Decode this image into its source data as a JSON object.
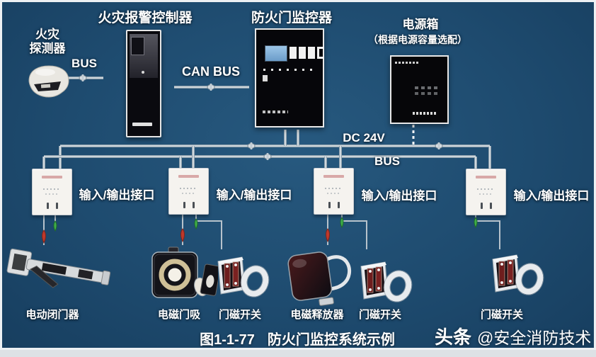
{
  "colors": {
    "background": "#1e4b6f",
    "wire": "#d9e1e7",
    "lcd_screen": "#7fb3dc",
    "connector_red": "#c0392b",
    "connector_green": "#3fae49",
    "text": "#ffffff"
  },
  "nodes": {
    "fire_detector": {
      "label_line1": "火灾",
      "label_line2": "探测器",
      "bus_label": "BUS"
    },
    "fire_alarm_controller": {
      "label": "火灾报警控制器"
    },
    "can_bus_label": "CAN BUS",
    "fire_door_monitor": {
      "label": "防火门监控器"
    },
    "power_box": {
      "label": "电源箱",
      "note": "（根据电源容量选配）"
    },
    "dc24v_label": "DC 24V",
    "bus_label": "BUS"
  },
  "io_interfaces": [
    {
      "label": "输入/输出接口"
    },
    {
      "label": "输入/输出接口"
    },
    {
      "label": "输入/输出接口"
    },
    {
      "label": "输入/输出接口"
    }
  ],
  "devices": [
    {
      "label": "电动闭门器"
    },
    {
      "label": "电磁门吸"
    },
    {
      "label": "门磁开关"
    },
    {
      "label": "电磁释放器"
    },
    {
      "label": "门磁开关"
    },
    {
      "label": "门磁开关"
    }
  ],
  "caption": {
    "figure_no": "图1-1-77",
    "title": "防火门监控系统示例"
  },
  "watermark": {
    "brand": "头条",
    "account": "@安全消防技术"
  }
}
